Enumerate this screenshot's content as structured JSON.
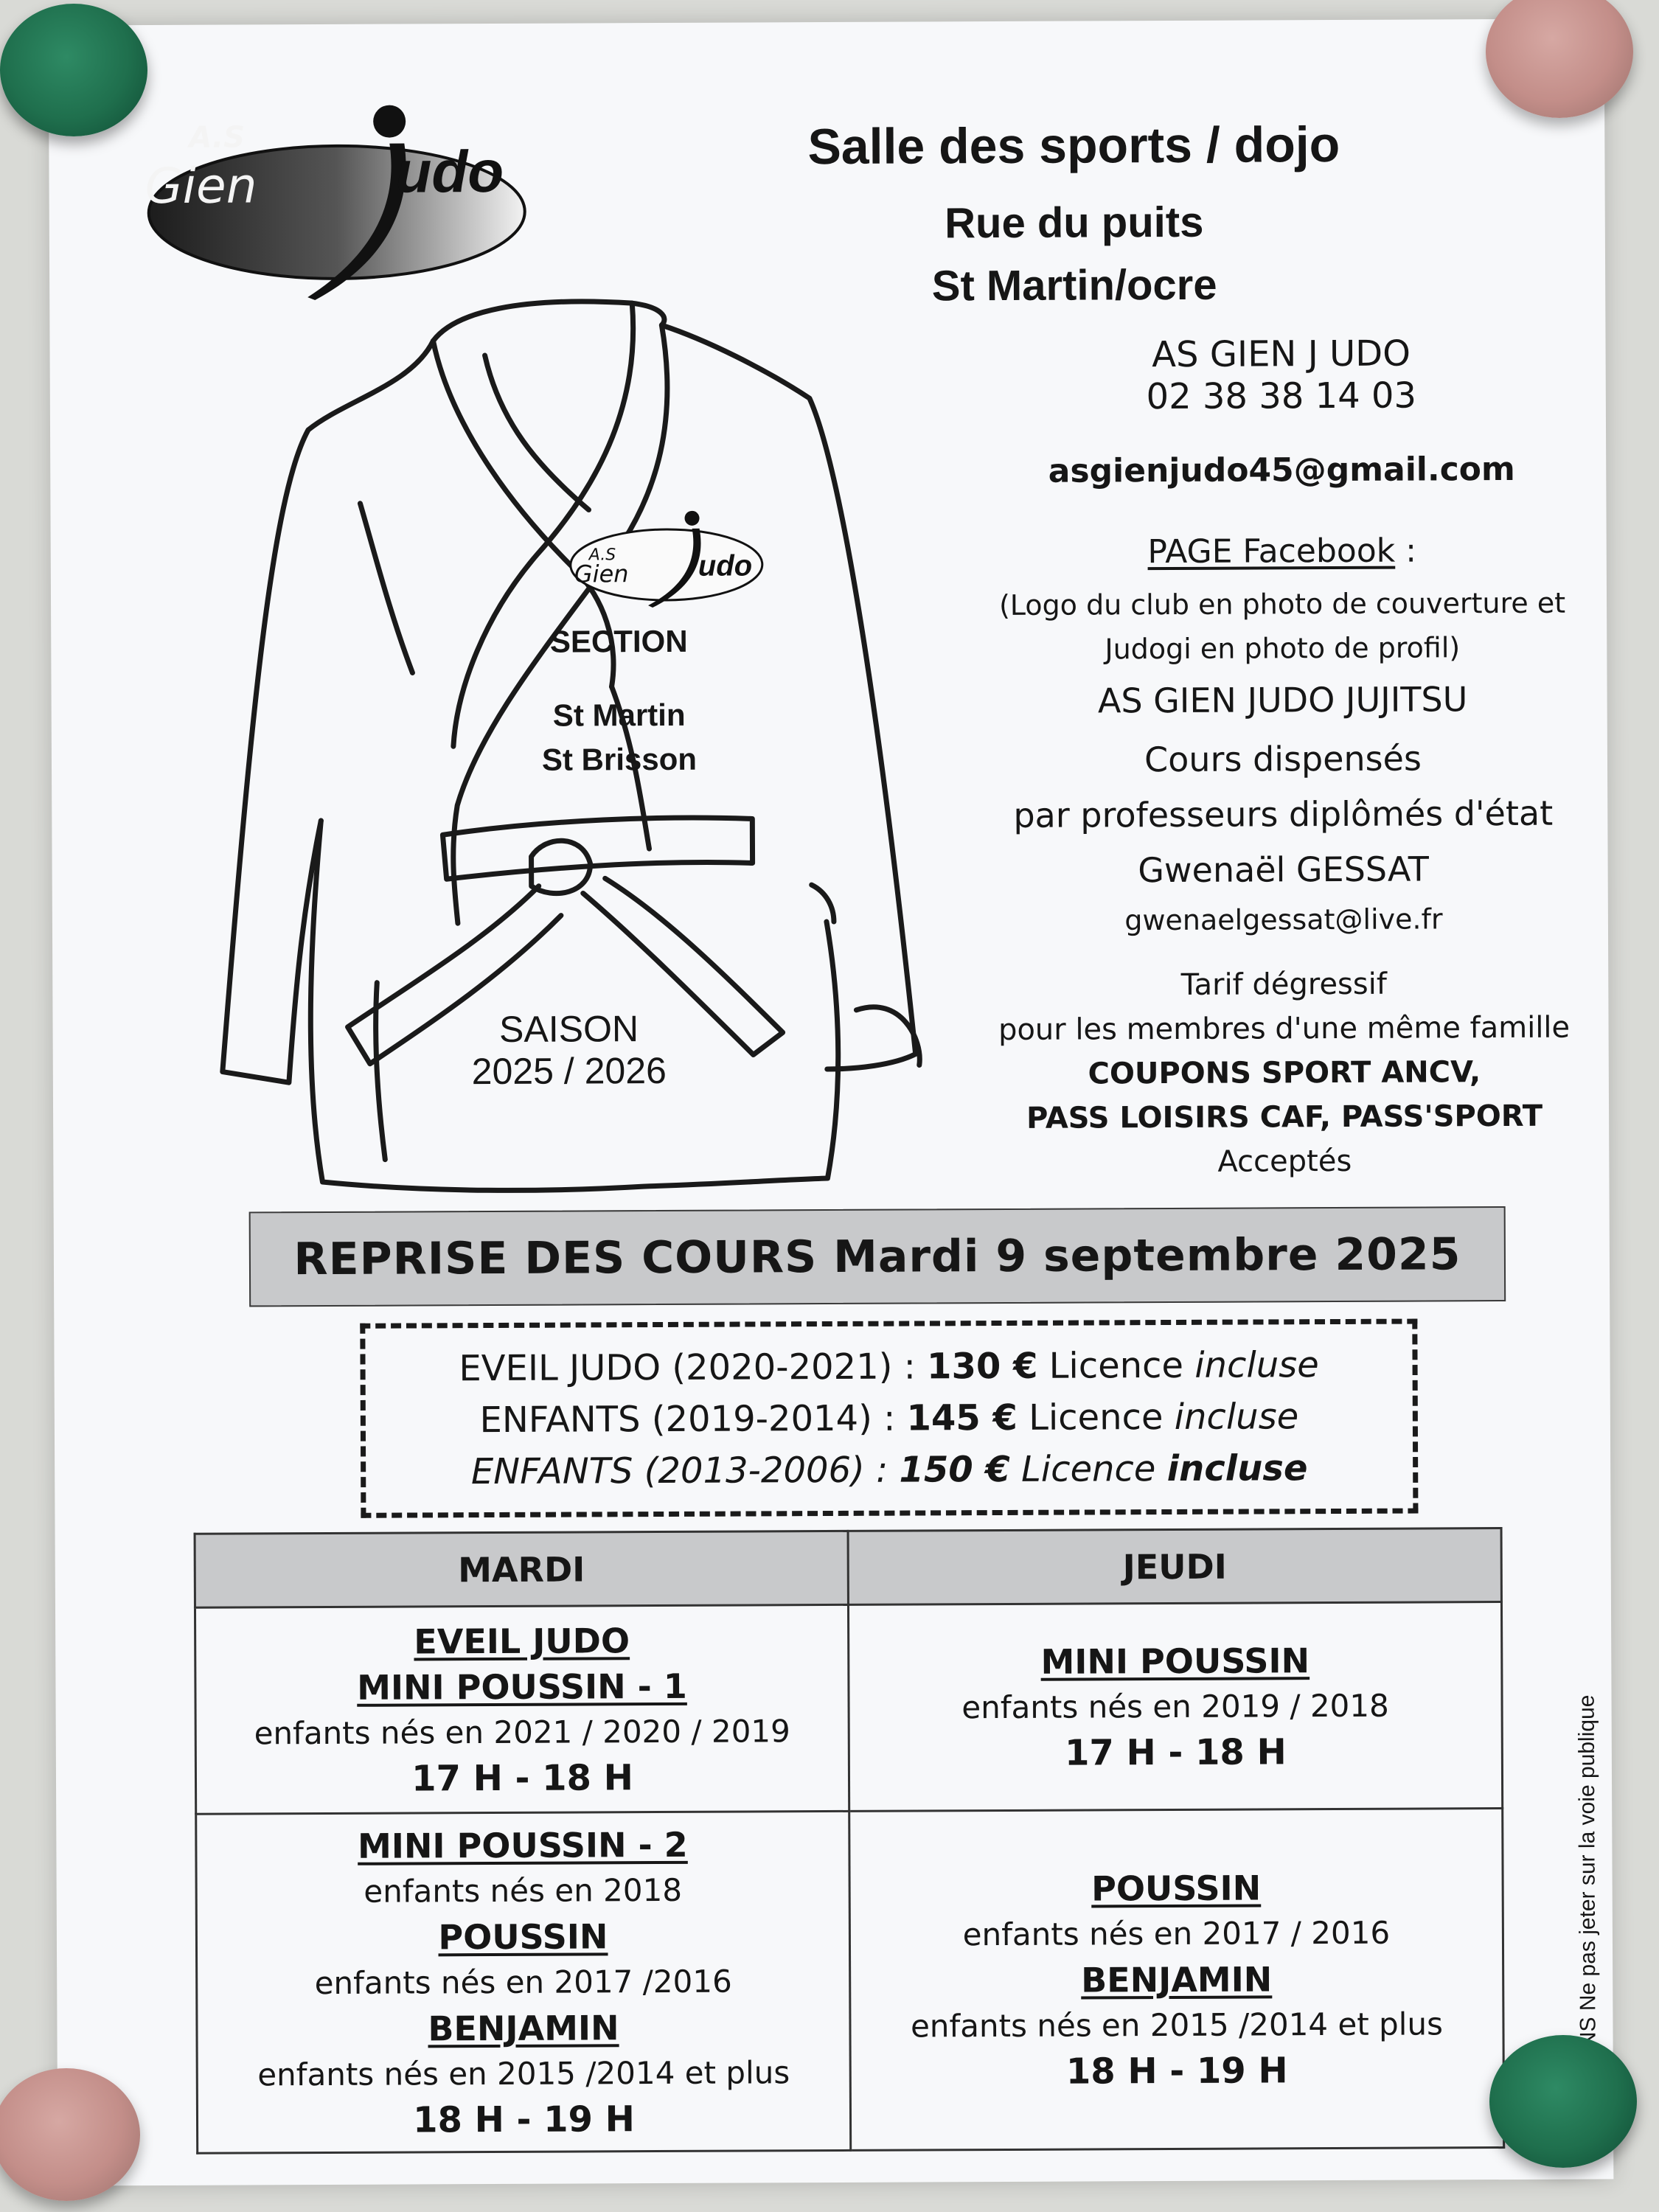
{
  "logo": {
    "text_as": "A.S",
    "text_gien": "Gien",
    "text_judo": "udo"
  },
  "header": {
    "title": "Salle des sports / dojo",
    "street": "Rue du puits",
    "town": "St Martin/ocre"
  },
  "contact": {
    "club": "AS GIEN J UDO",
    "phone": "02 38 38 14 03",
    "email": "asgienjudo45@gmail.com",
    "facebook_label": "PAGE Facebook",
    "facebook_colon": " :",
    "facebook_desc1": "(Logo du club en photo de couverture et",
    "facebook_desc2": "Judogi en photo de profil)",
    "facebook_name": "AS GIEN JUDO JUJITSU",
    "courses1": "Cours dispensés",
    "courses2": "par professeurs diplômés d'état",
    "teacher": "Gwenaël GESSAT",
    "teacher_email": "gwenaelgessat@live.fr",
    "tarif1": "Tarif dégressif",
    "tarif2": "pour les membres d'une même famille",
    "tarif3": "COUPONS SPORT ANCV,",
    "tarif4": "PASS LOISIRS CAF, PASS'SPORT",
    "tarif5": "Acceptés"
  },
  "jacket": {
    "section": "SECTION",
    "place1": "St Martin",
    "place2": "St Brisson",
    "season": "SAISON",
    "season_years": "2025 / 2026"
  },
  "banner": "REPRISE DES COURS Mardi 9 septembre 2025",
  "prices": [
    {
      "label": "EVEIL JUDO (2020-2021)",
      "sep": " : ",
      "amount": "130 €",
      "lic": " Licence ",
      "inc": "incluse"
    },
    {
      "label": "ENFANTS (2019-2014)",
      "sep": " : ",
      "amount": "145 €",
      "lic": " Licence ",
      "inc": "incluse"
    },
    {
      "label": "ENFANTS (2013-2006)",
      "sep": " : ",
      "amount": "150 €",
      "lic": " Licence ",
      "inc": "incluse"
    }
  ],
  "schedule": {
    "headers": [
      "MARDI",
      "JEUDI"
    ],
    "mardi1": {
      "t1": "EVEIL JUDO",
      "t2": "MINI POUSSIN - 1",
      "d": "enfants nés en 2021 / 2020 / 2019",
      "time": "17 H - 18 H"
    },
    "jeudi1": {
      "t1": "MINI POUSSIN",
      "d": "enfants nés en 2019 / 2018",
      "time": "17 H  - 18 H"
    },
    "mardi2": {
      "t1": "MINI POUSSIN - 2",
      "d1": "enfants nés en 2018",
      "t2": "POUSSIN",
      "d2": "enfants nés en 2017 /2016",
      "t3": "BENJAMIN",
      "d3": "enfants nés en 2015 /2014 et plus",
      "time": "18 H - 19 H"
    },
    "jeudi2": {
      "t1": "POUSSIN",
      "d1": "enfants nés en 2017 / 2016",
      "t2": "BENJAMIN",
      "d2": "enfants nés en 2015 /2014 et plus",
      "time": "18 H - 19 H"
    }
  },
  "footer_vertical": "IPNS Ne pas jeter sur la voie publique"
}
